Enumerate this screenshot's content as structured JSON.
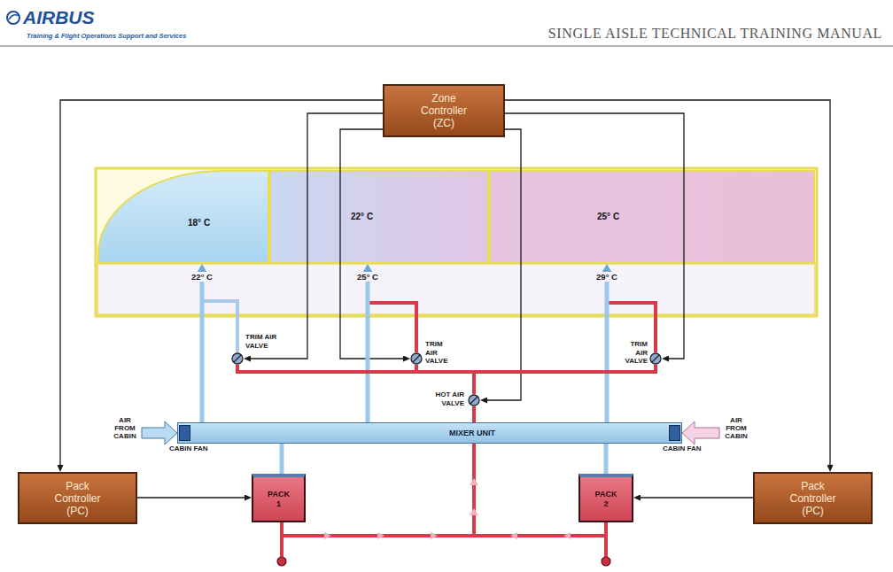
{
  "diagram": {
    "nodes": [
      {
        "text": [
          "Zone Controller (ZC)"
        ]
      },
      {
        "text": [
          "18° C"
        ]
      },
      {
        "text": [
          "22° C"
        ]
      },
      {
        "text": [
          "25° C"
        ]
      },
      {
        "text": [
          "TRIM AIR VALVE"
        ]
      },
      {
        "text": [
          "TRIM AIR VALVE"
        ]
      },
      {
        "text": [
          "TRIM AIR VALVE"
        ]
      },
      {
        "text": [
          "HOT AIR VALVE"
        ]
      },
      {
        "text": [
          "MIXER UNIT"
        ]
      },
      {
        "text": [
          "CABIN FAN"
        ],
        "in": 8
      },
      {
        "text": [
          "CABIN FAN"
        ],
        "in": 8
      },
      {
        "text": [
          "Pack Controller (PC)"
        ]
      },
      {
        "text": [
          "PACK 1"
        ]
      },
      {
        "text": [
          "PACK 2"
        ]
      },
      {
        "text": [
          "Pack Controller (PC)"
        ]
      }
    ],
    "edges": [
      {
        "from": 0,
        "to": 11,
        "arrow": "to"
      },
      {
        "from": 0,
        "to": 14,
        "arrow": "to"
      },
      {
        "from": 0,
        "to": 4,
        "arrow": "to"
      },
      {
        "from": 0,
        "to": 5,
        "arrow": "to"
      },
      {
        "from": 0,
        "to": 6,
        "arrow": "to"
      },
      {
        "from": 0,
        "to": 7,
        "arrow": "to"
      },
      {
        "from": 11,
        "to": 12,
        "arrow": "to"
      },
      {
        "from": 14,
        "to": 13,
        "arrow": "to"
      },
      {
        "from": 12,
        "to": 8,
        "arrow": "none"
      },
      {
        "from": 13,
        "to": 8,
        "arrow": "none"
      },
      {
        "from": 8,
        "to": 1,
        "arrow": "to"
      },
      {
        "from": 8,
        "to": 2,
        "arrow": "to"
      },
      {
        "from": 8,
        "to": 3,
        "arrow": "to"
      },
      {
        "from": 7,
        "to": 4,
        "arrow": "none"
      },
      {
        "from": 7,
        "to": 5,
        "arrow": "none"
      },
      {
        "from": 7,
        "to": 6,
        "arrow": "none"
      }
    ],
    "labels": [
      "AIRBUS",
      "Training & Flight Operations Support and Services",
      "SINGLE AISLE TECHNICAL TRAINING MANUAL",
      "22° C",
      "25° C",
      "29° C",
      "AIR FROM CABIN",
      "AIR FROM CABIN"
    ]
  }
}
